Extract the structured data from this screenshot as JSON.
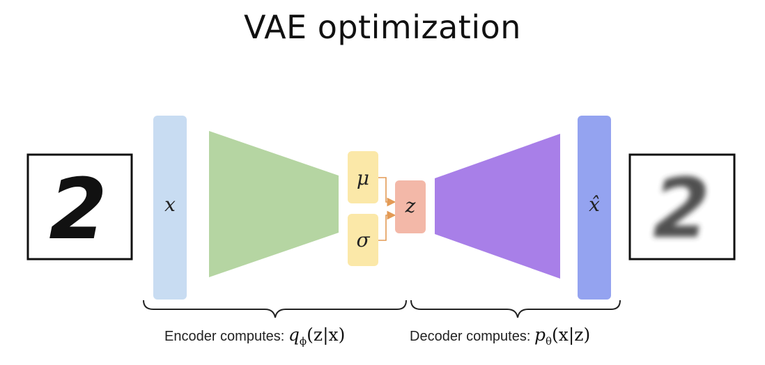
{
  "title": "VAE optimization",
  "labels": {
    "input": "x",
    "mu": "μ",
    "sigma": "σ",
    "latent": "z",
    "output": "x̂"
  },
  "captions": {
    "encoder_text": "Encoder computes:",
    "encoder_q": "q",
    "encoder_sub": "ϕ",
    "encoder_args": "(z|x)",
    "decoder_text": "Decoder computes:",
    "decoder_p": "p",
    "decoder_sub": "θ",
    "decoder_args": "(x|z)"
  },
  "colors": {
    "input_bar": "#c8dcf2",
    "encoder": "#b5d5a2",
    "mu_sigma": "#fbe8a8",
    "latent": "#f3b8a8",
    "decoder": "#a87fe8",
    "output_bar": "#94a3f0",
    "arrow": "#e39a55"
  },
  "digits": {
    "input": "2",
    "output": "2"
  }
}
